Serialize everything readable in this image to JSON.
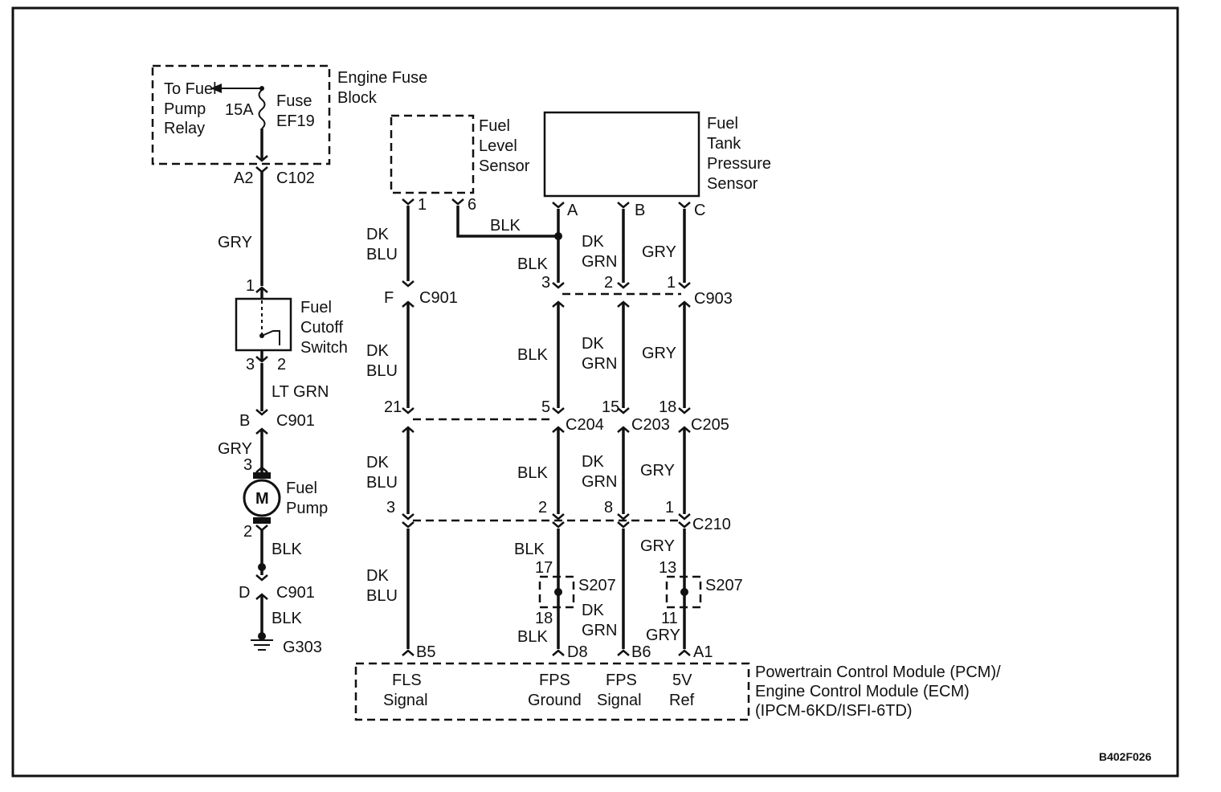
{
  "fuse_block": {
    "title_line1": "Engine Fuse",
    "title_line2": "Block",
    "dest_line1": "To Fuel",
    "dest_line2": "Pump",
    "dest_line3": "Relay",
    "rating": "15A",
    "fuse_line1": "Fuse",
    "fuse_line2": "EF19"
  },
  "pump_circuit": {
    "c102_pin": "A2",
    "c102": "C102",
    "wire1": "GRY",
    "cutoff_pin_in": "1",
    "cutoff_line1": "Fuel",
    "cutoff_line2": "Cutoff",
    "cutoff_line3": "Switch",
    "cutoff_pin3": "3",
    "cutoff_pin2": "2",
    "wire2": "LT GRN",
    "c901_b_pin": "B",
    "c901_b": "C901",
    "wire3": "GRY",
    "pump_pin3": "3",
    "motor_symbol": "M",
    "pump_line1": "Fuel",
    "pump_line2": "Pump",
    "pump_pin2": "2",
    "wire4": "BLK",
    "c901_d_pin": "D",
    "c901_d": "C901",
    "wire5": "BLK",
    "ground": "G303"
  },
  "fuel_level_sensor": {
    "line1": "Fuel",
    "line2": "Level",
    "line3": "Sensor",
    "pin1": "1",
    "pin6": "6"
  },
  "fuel_tank_sensor": {
    "line1": "Fuel",
    "line2": "Tank",
    "line3": "Pressure",
    "line4": "Sensor",
    "pin_a": "A",
    "pin_b": "B",
    "pin_c": "C"
  },
  "sensor_circuits": {
    "blk_top": "BLK",
    "dkblu": [
      "DK",
      "BLU"
    ],
    "dkgrn": [
      "DK",
      "GRN"
    ],
    "blk": "BLK",
    "gry": "GRY",
    "c901_f_pin": "F",
    "c901_f": "C901",
    "c903_pin3": "3",
    "c903_pin2": "2",
    "c903_pin1": "1",
    "c903": "C903",
    "pin21": "21",
    "pin5": "5",
    "c204": "C204",
    "pin15": "15",
    "c203": "C203",
    "pin18": "18",
    "c205": "C205",
    "c210_pin3": "3",
    "c210_pin2": "2",
    "c210_pin8": "8",
    "c210_pin1": "1",
    "c210": "C210",
    "s207_pin17": "17",
    "s207_pin18": "18",
    "s207": "S207",
    "s207b_pin13": "13",
    "s207b_pin11": "11",
    "pin_b5": "B5",
    "pin_d8": "D8",
    "pin_b6": "B6",
    "pin_a1": "A1"
  },
  "pcm": {
    "fls_line1": "FLS",
    "fls_line2": "Signal",
    "fpsg_line1": "FPS",
    "fpsg_line2": "Ground",
    "fpss_line1": "FPS",
    "fpss_line2": "Signal",
    "ref_line1": "5V",
    "ref_line2": "Ref",
    "title_line1": "Powertrain Control Module (PCM)/",
    "title_line2": "Engine Control Module (ECM)",
    "title_line3": "(IPCM-6KD/ISFI-6TD)"
  },
  "figure_code": "B402F026"
}
